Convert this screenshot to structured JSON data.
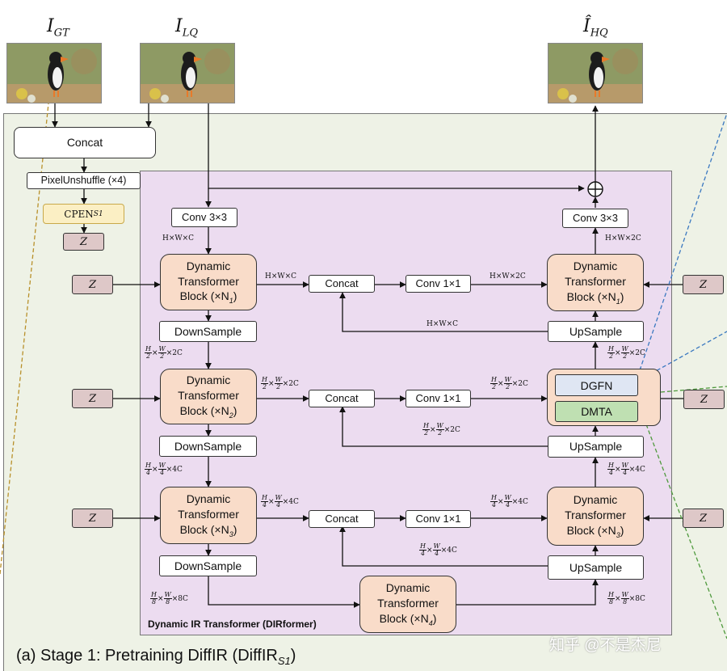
{
  "titles": {
    "gt": "I",
    "gt_sub": "GT",
    "lq": "I",
    "lq_sub": "LQ",
    "hq": "Î",
    "hq_sub": "HQ"
  },
  "left": {
    "concat": "Concat",
    "pixel_unshuffle": "PixelUnshuffle (×4)",
    "cpen": "CPEN",
    "cpen_sub": "S1",
    "z": "Z"
  },
  "encoder": {
    "conv_in": "Conv 3×3",
    "dim1": "H×W×C",
    "dtb1": "Dynamic Transformer Block (×N",
    "dtb1_sub": "1",
    "down1": "DownSample",
    "dim2": "×2C",
    "dtb2_sub": "2",
    "down2": "DownSample",
    "dim3": "×4C",
    "dtb3_sub": "3",
    "down3": "DownSample",
    "dim4": "×8C"
  },
  "bottleneck": {
    "dtb4_sub": "4"
  },
  "middle": {
    "skip1": "H×W×C",
    "concat": "Concat",
    "conv1x1": "Conv 1×1",
    "out1": "H×W×2C",
    "up_skip1": "H×W×C"
  },
  "decoder": {
    "conv_out": "Conv 3×3",
    "dim_out": "H×W×2C",
    "up": "UpSample",
    "dgfn": "DGFN",
    "dmta": "DMTA"
  },
  "dtb_text": {
    "line1": "Dynamic",
    "line2": "Transformer",
    "line3": "Block (×N"
  },
  "frac": {
    "H": "H",
    "W": "W",
    "two": "2",
    "four": "4",
    "eight": "8",
    "times": "×"
  },
  "container_label": "Dynamic IR Transformer (DIRformer)",
  "caption": "(a) Stage 1: Pretraining DiffIR (DiffIR",
  "caption_sub": "S1",
  "caption_end": ")",
  "watermark": "知乎 @不是杰尼",
  "colors": {
    "stage_bg": "#eef2e6",
    "dirformer_bg": "#ecdcf0",
    "dtb_bg": "#f9dcc9",
    "z_bg": "#dec8c8",
    "cpen_bg": "#fbefc4",
    "dgfn_bg": "#dfe6f3",
    "dmta_bg": "#bfe0b2"
  }
}
